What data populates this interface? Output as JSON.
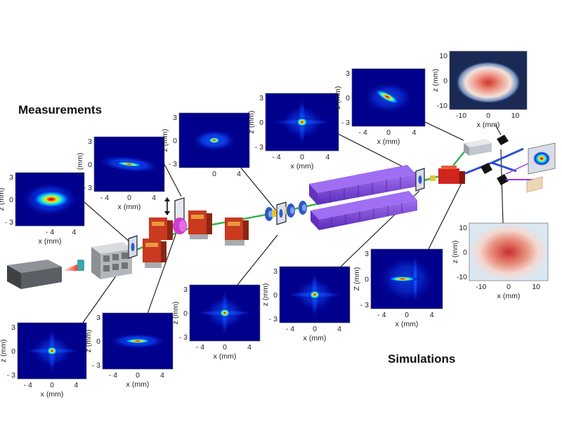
{
  "headings": {
    "measurements": "Measurements",
    "simulations": "Simulations"
  },
  "colors": {
    "laser": "#9b9ea3",
    "gun": "#c0c3c8",
    "magnet_red": "#c8321c",
    "solenoid_blue": "#2f58c8",
    "undulator_purple": "#7b42d6",
    "beam_green": "#33b54a",
    "dipole_red": "#d0241c",
    "plot_blue": "#00008c"
  },
  "icons": [
    "laser-box-icon",
    "photoinjector-gun-icon",
    "quadrupole-magnet-icon",
    "solenoid-icon",
    "undulator-icon",
    "dipole-magnet-icon",
    "screen-icon",
    "beam-dump-icon",
    "diagnostic-camera-icon"
  ],
  "plots": [
    {
      "name": "meas-profile-1",
      "xlabel": "x (mm)",
      "ylabel": "z (mm)",
      "xticks": [
        "- 4",
        "4"
      ],
      "yticks": [
        "3",
        "0",
        "- 3"
      ],
      "shape": "oval-wide"
    },
    {
      "name": "meas-profile-2",
      "xlabel": "x (mm)",
      "ylabel": "z (mm)",
      "xticks": [
        "- 4",
        "0",
        "4"
      ],
      "yticks": [
        "3",
        "0",
        "- 3"
      ],
      "shape": "thin-line"
    },
    {
      "name": "meas-profile-3",
      "xlabel": "",
      "ylabel": "z (mm)",
      "xticks": [
        "0",
        "4"
      ],
      "yticks": [
        "3",
        "0",
        "- 3"
      ],
      "shape": "small-diamond"
    },
    {
      "name": "meas-profile-4",
      "xlabel": "x (mm)",
      "ylabel": "z (mm)",
      "xticks": [
        "- 4",
        "0",
        "4"
      ],
      "yticks": [
        "3",
        "0",
        "- 3"
      ],
      "shape": "star"
    },
    {
      "name": "meas-profile-5",
      "xlabel": "x (mm)",
      "ylabel": "z (mm)",
      "xticks": [
        "- 4",
        "0",
        "4"
      ],
      "yticks": [
        "3",
        "0",
        "- 3"
      ],
      "shape": "bright-diag"
    },
    {
      "name": "meas-profile-6",
      "xlabel": "x (mm)",
      "ylabel": "z (mm)",
      "xticks": [
        "-10",
        "0",
        "10"
      ],
      "yticks": [
        "10",
        "0",
        "-10"
      ],
      "shape": "noisy-oval"
    },
    {
      "name": "sim-profile-1",
      "xlabel": "x (mm)",
      "ylabel": "z (mm)",
      "xticks": [
        "- 4",
        "0",
        "4"
      ],
      "yticks": [
        "3",
        "0",
        "- 3"
      ],
      "shape": "cross"
    },
    {
      "name": "sim-profile-2",
      "xlabel": "x (mm)",
      "ylabel": "z (mm)",
      "xticks": [
        "- 4",
        "0",
        "4"
      ],
      "yticks": [
        "3",
        "0",
        "- 3"
      ],
      "shape": "thin-line-sim"
    },
    {
      "name": "sim-profile-3",
      "xlabel": "x (mm)",
      "ylabel": "z (mm)",
      "xticks": [
        "- 4",
        "0",
        "4"
      ],
      "yticks": [
        "3",
        "0",
        "- 3"
      ],
      "shape": "cross"
    },
    {
      "name": "sim-profile-4",
      "xlabel": "x (mm)",
      "ylabel": "z (mm)",
      "xticks": [
        "- 4",
        "0",
        "4"
      ],
      "yticks": [
        "3",
        "0",
        "- 3"
      ],
      "shape": "cross"
    },
    {
      "name": "sim-profile-5",
      "xlabel": "x (mm)",
      "ylabel": "Z (mm)",
      "xticks": [
        "- 4",
        "0",
        "4"
      ],
      "yticks": [
        "3",
        "0",
        "- 3"
      ],
      "shape": "wing"
    },
    {
      "name": "sim-profile-6",
      "xlabel": "x (mm)",
      "ylabel": "z (mm)",
      "xticks": [
        "-10",
        "0",
        "10"
      ],
      "yticks": [
        "10",
        "0",
        "-10"
      ],
      "shape": "smooth-oval"
    }
  ]
}
